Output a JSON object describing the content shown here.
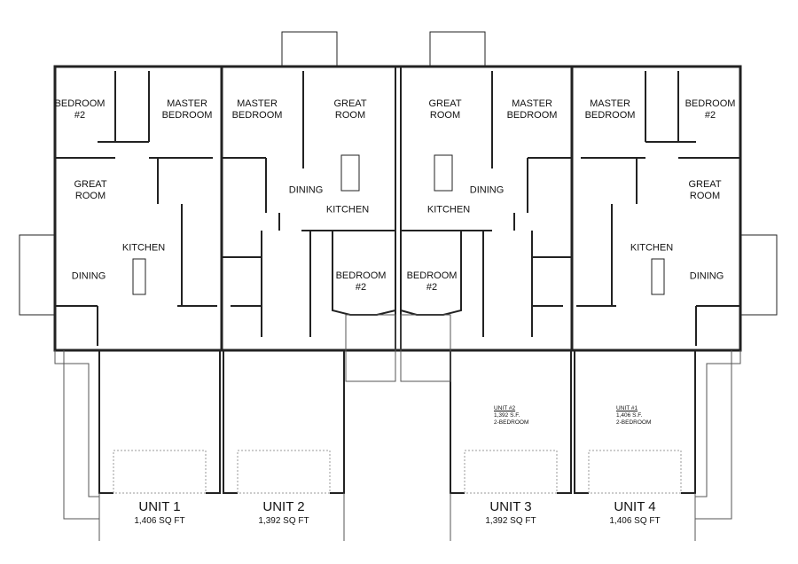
{
  "units": [
    {
      "name": "UNIT 1",
      "area": "1,406 SQ FT",
      "rooms": {
        "bedroom2": [
          "BEDROOM",
          "#2"
        ],
        "master": [
          "MASTER",
          "BEDROOM"
        ],
        "great": [
          "GREAT",
          "ROOM"
        ],
        "kitchen": "KITCHEN",
        "dining": "DINING"
      }
    },
    {
      "name": "UNIT 2",
      "area": "1,392 SQ FT",
      "rooms": {
        "bedroom2": [
          "BEDROOM",
          "#2"
        ],
        "master": [
          "MASTER",
          "BEDROOM"
        ],
        "great": [
          "GREAT",
          "ROOM"
        ],
        "kitchen": "KITCHEN",
        "dining": "DINING"
      }
    },
    {
      "name": "UNIT 3",
      "area": "1,392 SQ FT",
      "rooms": {
        "bedroom2": [
          "BEDROOM",
          "#2"
        ],
        "master": [
          "MASTER",
          "BEDROOM"
        ],
        "great": [
          "GREAT",
          "ROOM"
        ],
        "kitchen": "KITCHEN",
        "dining": "DINING"
      }
    },
    {
      "name": "UNIT 4",
      "area": "1,406 SQ FT",
      "rooms": {
        "bedroom2": [
          "BEDROOM",
          "#2"
        ],
        "master": [
          "MASTER",
          "BEDROOM"
        ],
        "great": [
          "GREAT",
          "ROOM"
        ],
        "kitchen": "KITCHEN",
        "dining": "DINING"
      }
    }
  ],
  "garage_notes": [
    {
      "unit": "UNIT #2",
      "area": "1,392 S.F.",
      "beds": "2-BEDROOM"
    },
    {
      "unit": "UNIT #1",
      "area": "1,406 S.F.",
      "beds": "2-BEDROOM"
    }
  ]
}
